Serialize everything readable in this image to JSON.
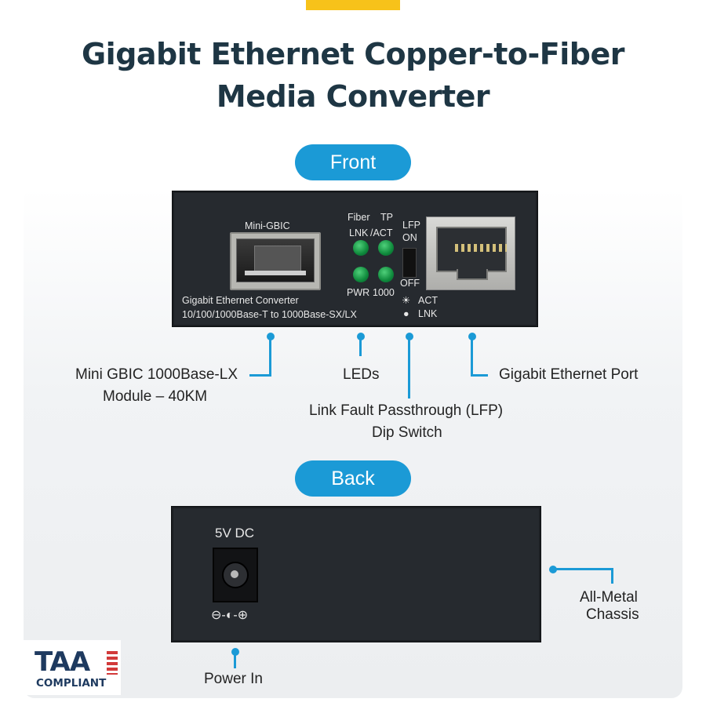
{
  "title_line1": "Gigabit Ethernet Copper-to-Fiber",
  "title_line2": "Media Converter",
  "front_label": "Front",
  "back_label": "Back",
  "front_panel": {
    "slot_label": "Mini-GBIC",
    "device_text_line1": "Gigabit Ethernet Converter",
    "device_text_line2": "10/100/1000Base-T to 1000Base-SX/LX",
    "led_fiber": "Fiber",
    "led_lnk": "LNK",
    "led_tp": "TP",
    "led_act_slash": "/ACT",
    "led_pwr": "PWR",
    "led_1000": "1000",
    "lfp": "LFP",
    "on": "ON",
    "off": "OFF",
    "act": "ACT",
    "lnk_legend": "LNK"
  },
  "callouts": {
    "mini_gbic_line1": "Mini GBIC 1000Base-LX",
    "mini_gbic_line2": "Module – 40KM",
    "leds": "LEDs",
    "lfp_line1": "Link Fault Passthrough (LFP)",
    "lfp_line2": "Dip Switch",
    "gigabit_port": "Gigabit Ethernet Port",
    "chassis_line1": "All-Metal",
    "chassis_line2": "Chassis",
    "power_in": "Power In"
  },
  "back_panel": {
    "dc_label": "5V DC",
    "polarity_symbol": "⊖-◐-⊕"
  },
  "badge": {
    "main": "TAA",
    "sub": "COMPLIANT"
  },
  "colors": {
    "accent": "#1b9ad6",
    "title": "#1e3644",
    "highlight": "#f7c21a",
    "led_green": "#0f8a3c"
  }
}
